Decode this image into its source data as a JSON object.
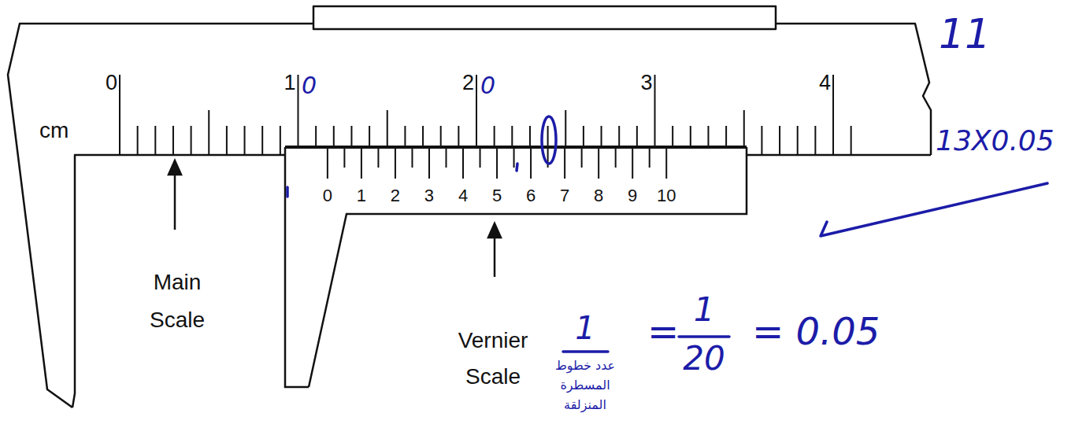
{
  "diagram": {
    "labels": [
      "cm",
      "0",
      "1",
      "2",
      "3",
      "4",
      "0",
      "1",
      "2",
      "3",
      "4",
      "5",
      "6",
      "7",
      "8",
      "9",
      "10",
      "Main Scale",
      "Vernier Scale",
      "0",
      "0",
      "11",
      "13X0.05",
      "1",
      "عدد خطوط المسطرة المنزلقة",
      "=",
      "1",
      "20",
      "= 0.05"
    ]
  }
}
